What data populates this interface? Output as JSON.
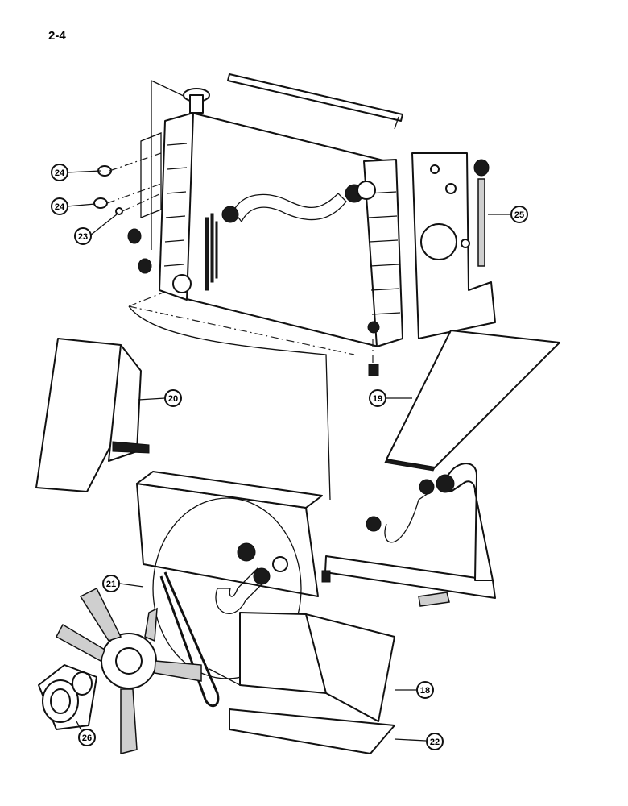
{
  "page": {
    "number": "2-4"
  },
  "callouts": [
    {
      "id": "24a",
      "label": "24"
    },
    {
      "id": "24b",
      "label": "24"
    },
    {
      "id": "23",
      "label": "23"
    },
    {
      "id": "25",
      "label": "25"
    },
    {
      "id": "20",
      "label": "20"
    },
    {
      "id": "19",
      "label": "19"
    },
    {
      "id": "21",
      "label": "21"
    },
    {
      "id": "18",
      "label": "18"
    },
    {
      "id": "22",
      "label": "22"
    },
    {
      "id": "26",
      "label": "26"
    }
  ]
}
